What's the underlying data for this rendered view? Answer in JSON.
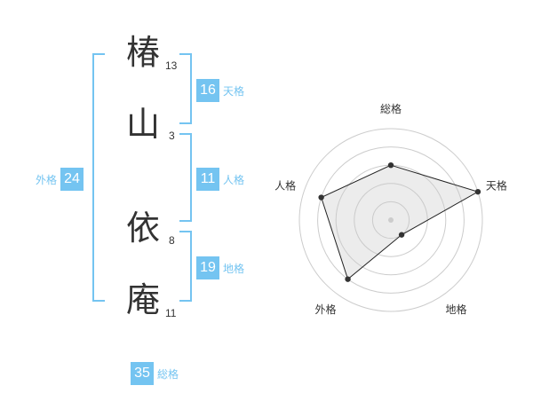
{
  "name_chars": [
    {
      "char": "椿",
      "strokes": "13"
    },
    {
      "char": "山",
      "strokes": "3"
    },
    {
      "char": "依",
      "strokes": "8"
    },
    {
      "char": "庵",
      "strokes": "11"
    }
  ],
  "fortunes": {
    "tenkaku": {
      "value": "16",
      "label": "天格"
    },
    "jinkaku": {
      "value": "11",
      "label": "人格"
    },
    "chikaku": {
      "value": "19",
      "label": "地格"
    },
    "gaikaku": {
      "value": "24",
      "label": "外格"
    },
    "soukaku": {
      "value": "35",
      "label": "総格"
    }
  },
  "accent_color": "#74c4f1",
  "chart_data": {
    "type": "radar",
    "axes": [
      "総格",
      "天格",
      "地格",
      "外格",
      "人格"
    ],
    "values": [
      3,
      5,
      1,
      4,
      4
    ],
    "max": 5,
    "grid": true
  }
}
